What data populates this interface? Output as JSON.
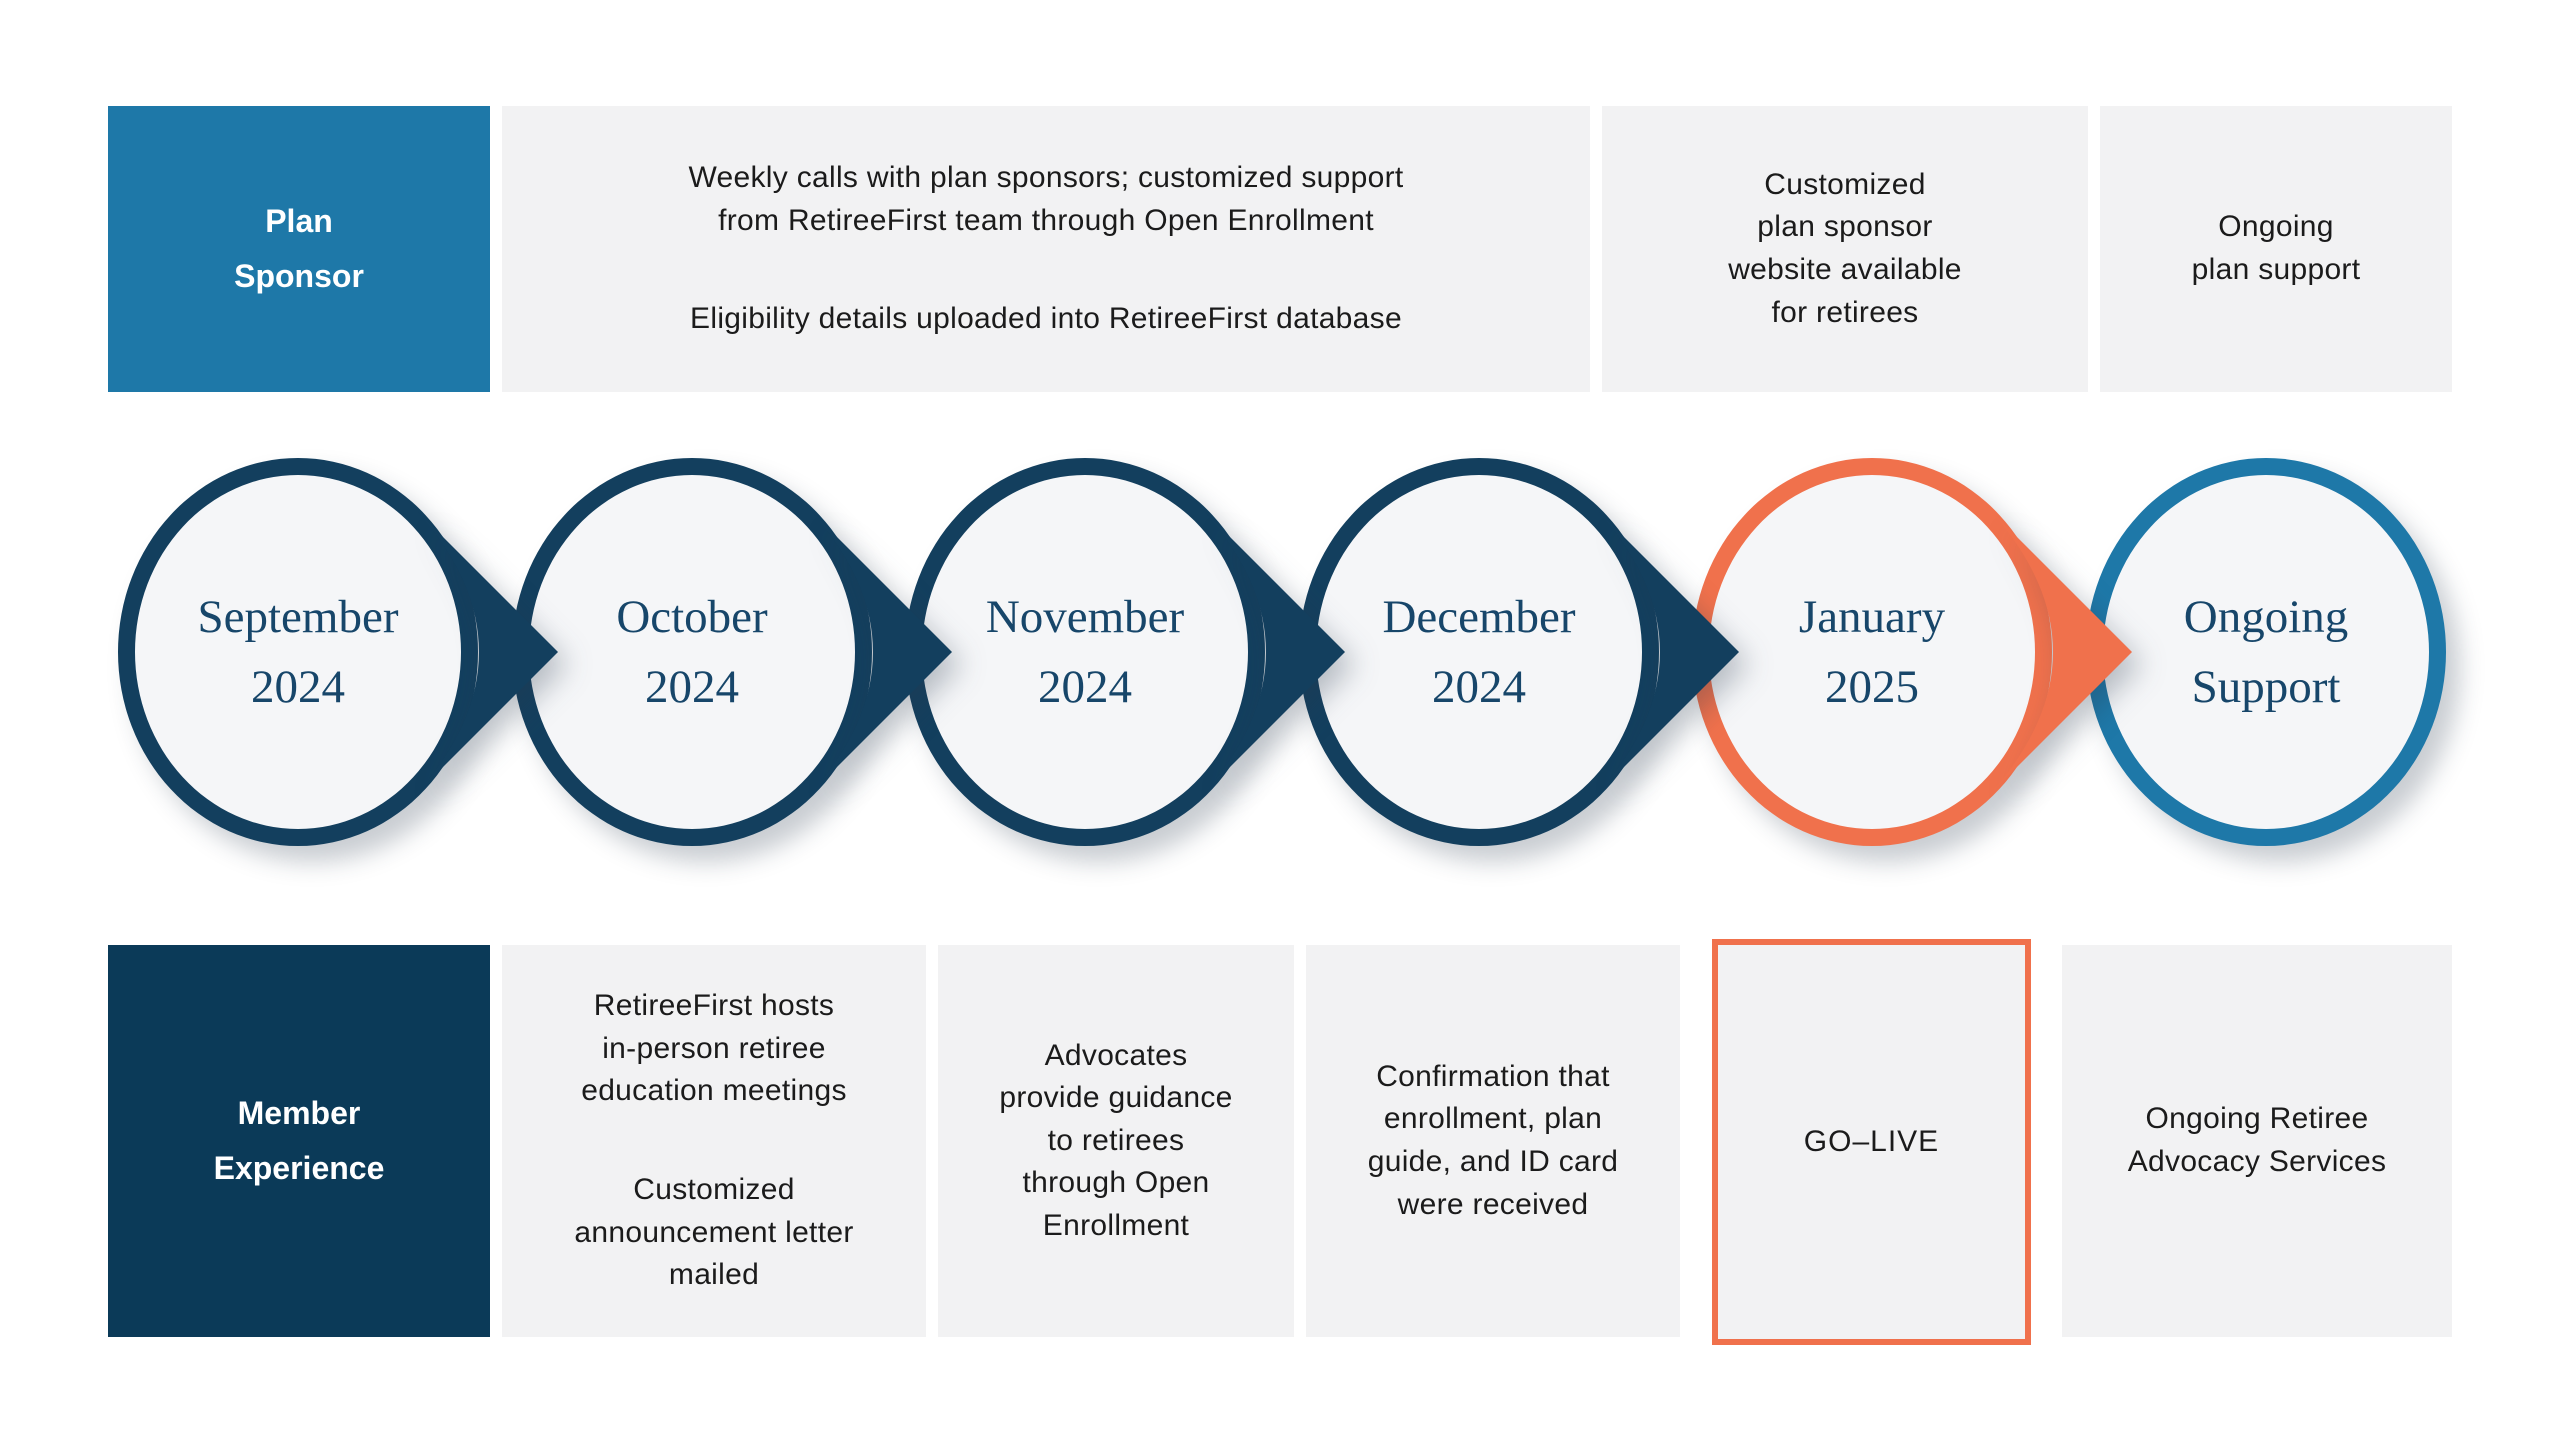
{
  "palette": {
    "blue": "#1E78A8",
    "navy": "#0B3A58",
    "circle_navy": "#133F5E",
    "orange": "#F0714C",
    "cell_bg": "#F2F2F3",
    "circle_fill": "#F5F6F8",
    "circle_text": "#17466A",
    "body_text": "#1B1B1B"
  },
  "top_row": {
    "label": "Plan\nSponsor",
    "cells": [
      {
        "paragraphs": [
          "Weekly calls with plan sponsors; customized support\nfrom RetireeFirst team through Open Enrollment",
          "Eligibility details uploaded into RetireeFirst database"
        ]
      },
      {
        "paragraphs": [
          "Customized\nplan sponsor\nwebsite available\nfor retirees"
        ]
      },
      {
        "paragraphs": [
          "Ongoing\nplan support"
        ]
      }
    ]
  },
  "timeline": {
    "nodes": [
      {
        "label": "September\n2024",
        "border": "#133F5E",
        "arrow": "#133F5E"
      },
      {
        "label": "October\n2024",
        "border": "#133F5E",
        "arrow": "#133F5E"
      },
      {
        "label": "November\n2024",
        "border": "#133F5E",
        "arrow": "#133F5E"
      },
      {
        "label": "December\n2024",
        "border": "#133F5E",
        "arrow": "#133F5E"
      },
      {
        "label": "January\n2025",
        "border": "#F0714C",
        "arrow": "#F0714C"
      },
      {
        "label": "Ongoing\nSupport",
        "border": "#1E78A8",
        "arrow": null
      }
    ]
  },
  "bottom_row": {
    "label": "Member\nExperience",
    "cells": [
      {
        "paragraphs": [
          "RetireeFirst hosts\nin-person retiree\neducation meetings",
          "Customized\nannouncement letter\nmailed"
        ]
      },
      {
        "paragraphs": [
          "Advocates\nprovide guidance\nto retirees\nthrough Open\nEnrollment"
        ]
      },
      {
        "paragraphs": [
          "Confirmation that\nenrollment, plan\nguide, and ID card\nwere received"
        ]
      },
      {
        "paragraphs": [
          "Ongoing Retiree\nAdvocacy Services"
        ]
      }
    ],
    "golive": "GO–LIVE"
  }
}
